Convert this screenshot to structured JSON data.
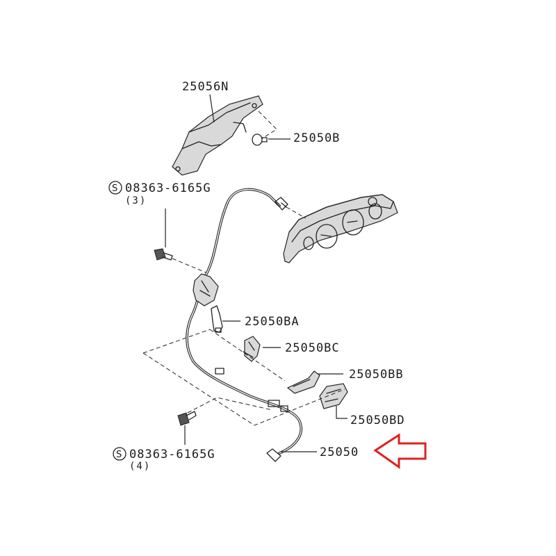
{
  "labels": {
    "p25056N": "25056N",
    "p25050B": "25050B",
    "s_code_top": "08363-6165G",
    "s_qty_top": "(3)",
    "p25050BA": "25050BA",
    "p25050BC": "25050BC",
    "p25050BB": "25050BB",
    "p25050BD": "25050BD",
    "p25050": "25050",
    "s_code_bottom": "08363-6165G",
    "s_qty_bottom": "(4)",
    "s_symbol": "S"
  },
  "colors": {
    "line": "#222222",
    "highlight_arrow": "#e02020",
    "background": "#ffffff"
  },
  "icons": {
    "highlight": "left-arrow-icon",
    "standard_part_marker": "circled-s-icon"
  }
}
